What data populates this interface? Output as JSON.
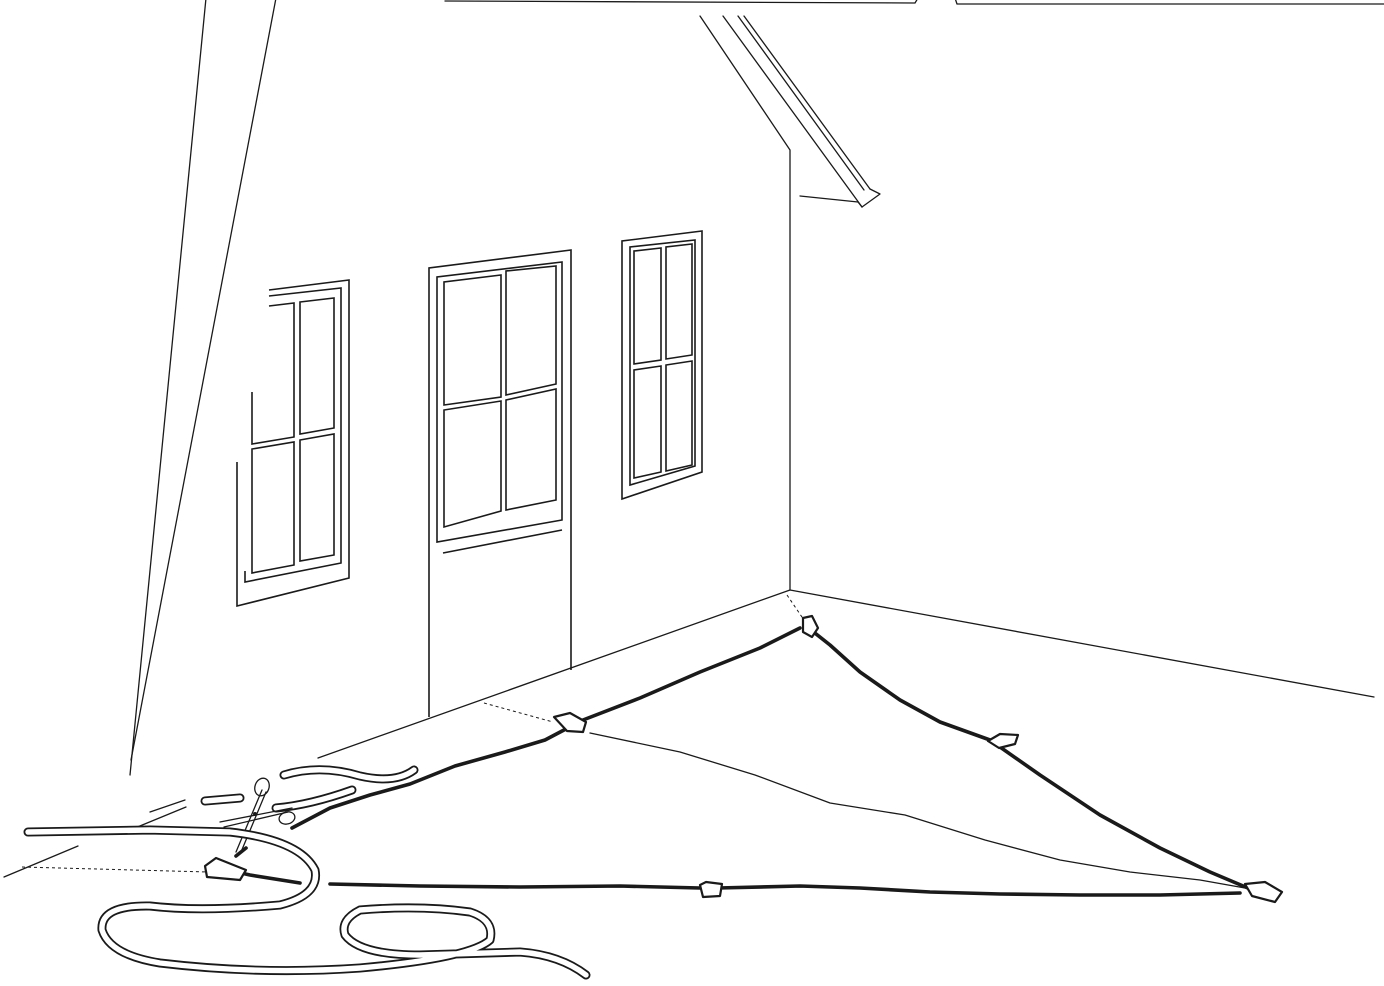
{
  "illustration": {
    "elements": [
      "house-wall",
      "roof-eave",
      "door",
      "window-left",
      "window-right",
      "corner-stake",
      "wall-stake",
      "front-stake",
      "boundary-cord",
      "scissors",
      "cut-cord-pieces",
      "coiled-hose",
      "dashed-guide-lines"
    ]
  }
}
